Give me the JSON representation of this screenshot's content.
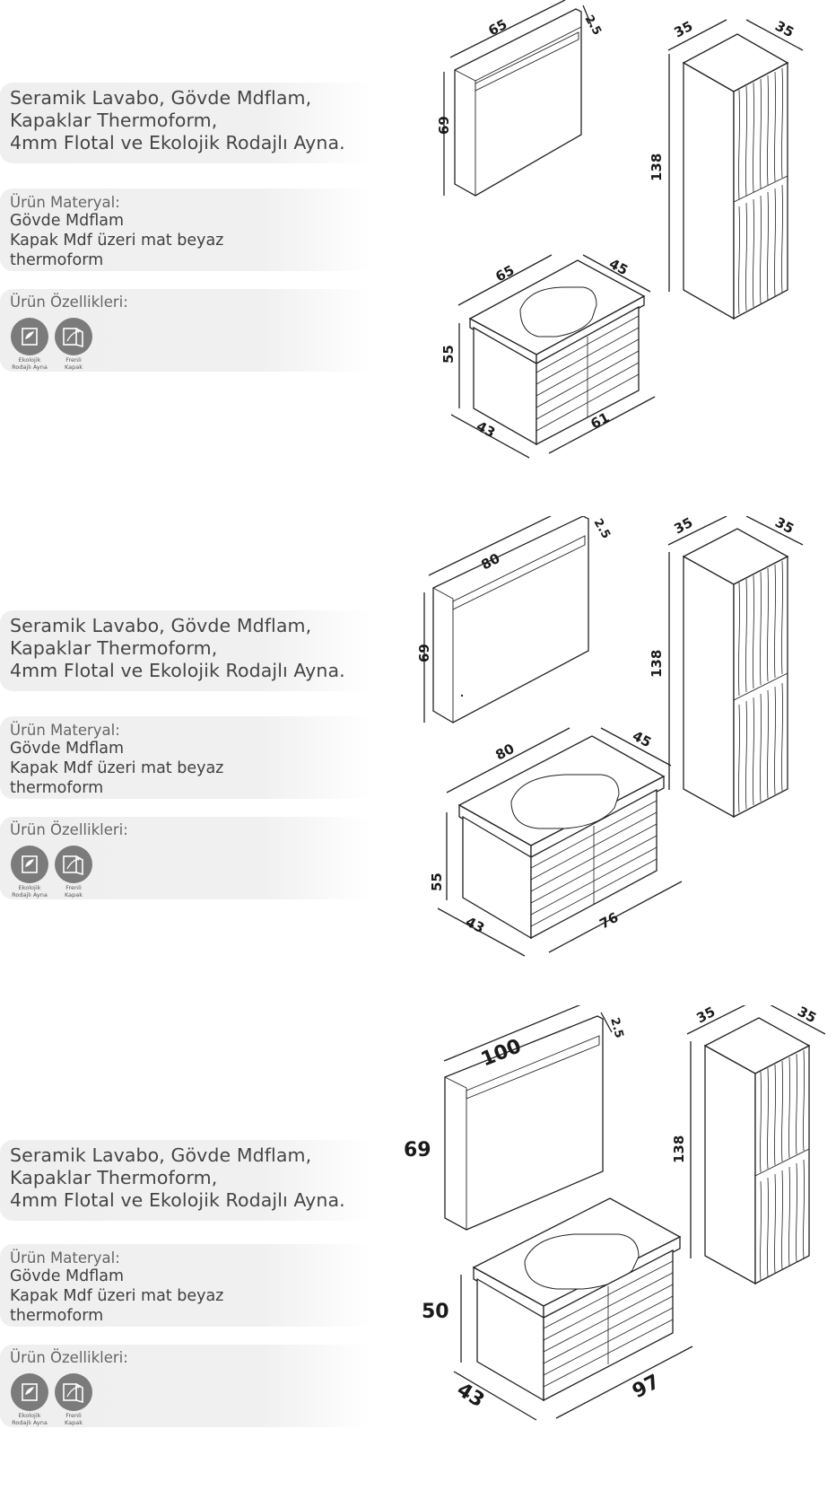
{
  "products": [
    {
      "description": [
        "Seramik Lavabo, Gövde Mdflam,",
        "Kapaklar Thermoform,",
        "4mm Flotal ve Ekolojik Rodajlı Ayna."
      ],
      "material_heading": "Ürün Materyal:",
      "material_lines": [
        "Gövde Mdflam",
        "Kapak Mdf üzeri mat beyaz",
        "thermoform"
      ],
      "features_heading": "Ürün Özellikleri:",
      "features": [
        {
          "icon": "eco-mirror-icon",
          "caption": [
            "Ekolojik",
            "Rodajlı Ayna"
          ]
        },
        {
          "icon": "soft-close-icon",
          "caption": [
            "Frenli",
            "Kapak"
          ]
        }
      ],
      "dims": {
        "mirror_w": "65",
        "mirror_d": "2.5",
        "mirror_h": "69",
        "col_w": "35",
        "col_d": "35",
        "col_h": "138",
        "vanity_w": "65",
        "vanity_d": "45",
        "vanity_h": "55",
        "base_d": "43",
        "base_w": "61"
      }
    },
    {
      "description": [
        "Seramik Lavabo, Gövde Mdflam,",
        "Kapaklar Thermoform,",
        "4mm Flotal ve Ekolojik Rodajlı Ayna."
      ],
      "material_heading": "Ürün Materyal:",
      "material_lines": [
        "Gövde Mdflam",
        "Kapak Mdf üzeri mat beyaz",
        "thermoform"
      ],
      "features_heading": "Ürün Özellikleri:",
      "features": [
        {
          "icon": "eco-mirror-icon",
          "caption": [
            "Ekolojik",
            "Rodajlı Ayna"
          ]
        },
        {
          "icon": "soft-close-icon",
          "caption": [
            "Frenli",
            "Kapak"
          ]
        }
      ],
      "dims": {
        "mirror_w": "80",
        "mirror_d": "2.5",
        "mirror_h": "69",
        "col_w": "35",
        "col_d": "35",
        "col_h": "138",
        "vanity_w": "80",
        "vanity_d": "45",
        "vanity_h": "55",
        "base_d": "43",
        "base_w": "76"
      }
    },
    {
      "description": [
        "Seramik Lavabo, Gövde Mdflam,",
        "Kapaklar Thermoform,",
        "4mm Flotal ve Ekolojik Rodajlı Ayna."
      ],
      "material_heading": "Ürün Materyal:",
      "material_lines": [
        "Gövde Mdflam",
        "Kapak Mdf üzeri mat beyaz",
        "thermoform"
      ],
      "features_heading": "Ürün Özellikleri:",
      "features": [
        {
          "icon": "eco-mirror-icon",
          "caption": [
            "Ekolojik",
            "Rodajlı Ayna"
          ]
        },
        {
          "icon": "soft-close-icon",
          "caption": [
            "Frenli",
            "Kapak"
          ]
        }
      ],
      "dims": {
        "mirror_w": "100",
        "mirror_d": "2.5",
        "mirror_h": "69",
        "col_w": "35",
        "col_d": "35",
        "col_h": "138",
        "vanity_w": "",
        "vanity_d": "",
        "vanity_h": "50",
        "base_d": "43",
        "base_w": "97"
      }
    }
  ]
}
